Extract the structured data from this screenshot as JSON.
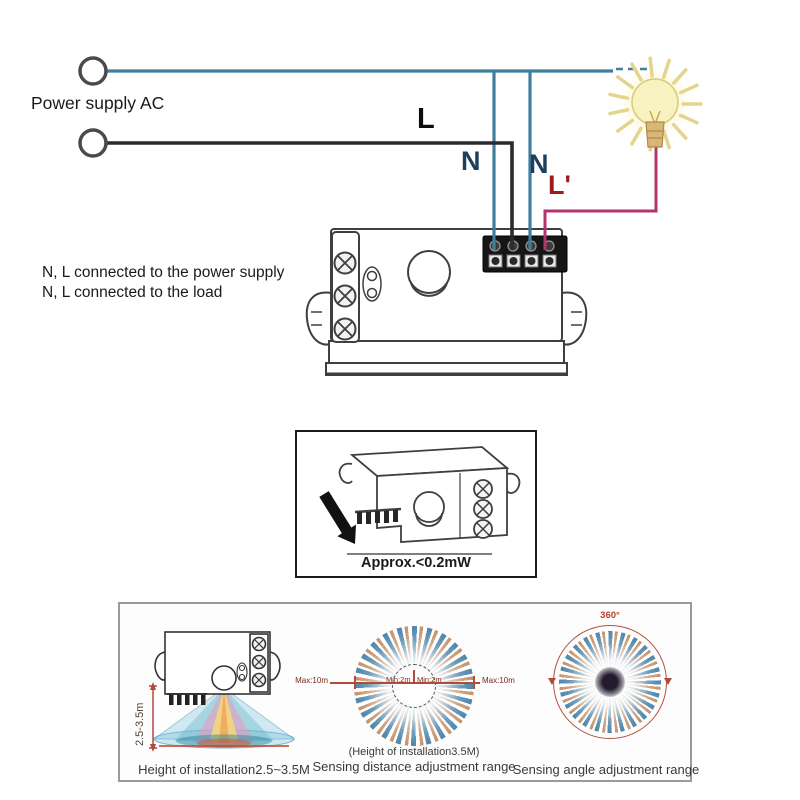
{
  "wiring": {
    "power_supply_label": "Power supply AC",
    "line_label": "L",
    "neutral_label_1": "N",
    "neutral_label_2": "N",
    "switched_line_label": "L'",
    "note_line1": "N, L connected to the power supply",
    "note_line2": "N, L connected to the load"
  },
  "power_box": {
    "caption": "Approx.<0.2mW"
  },
  "panel": {
    "installation": {
      "dimension_label": "2.5-3.5m",
      "caption": "Height of installation2.5~3.5M"
    },
    "distance": {
      "max_left": "Max:10m",
      "min_left": "Min:2m",
      "min_right": "Min:2m",
      "max_right": "Max:10m",
      "subcaption": "(Height of installation3.5M)",
      "caption": "Sensing distance adjustment range"
    },
    "angle": {
      "rotation_label": "360°",
      "caption": "Sensing angle adjustment range"
    }
  },
  "colors": {
    "wire_neutral_teal": "#3f7f9b",
    "wire_line_black": "#2b2b2b",
    "wire_load_magenta": "#b5346e",
    "accent_red": "#b04a3a",
    "label_navy": "#1c3f5e",
    "label_dark_red": "#9e1b1b",
    "bulb_glow": "#f7f0bc"
  }
}
